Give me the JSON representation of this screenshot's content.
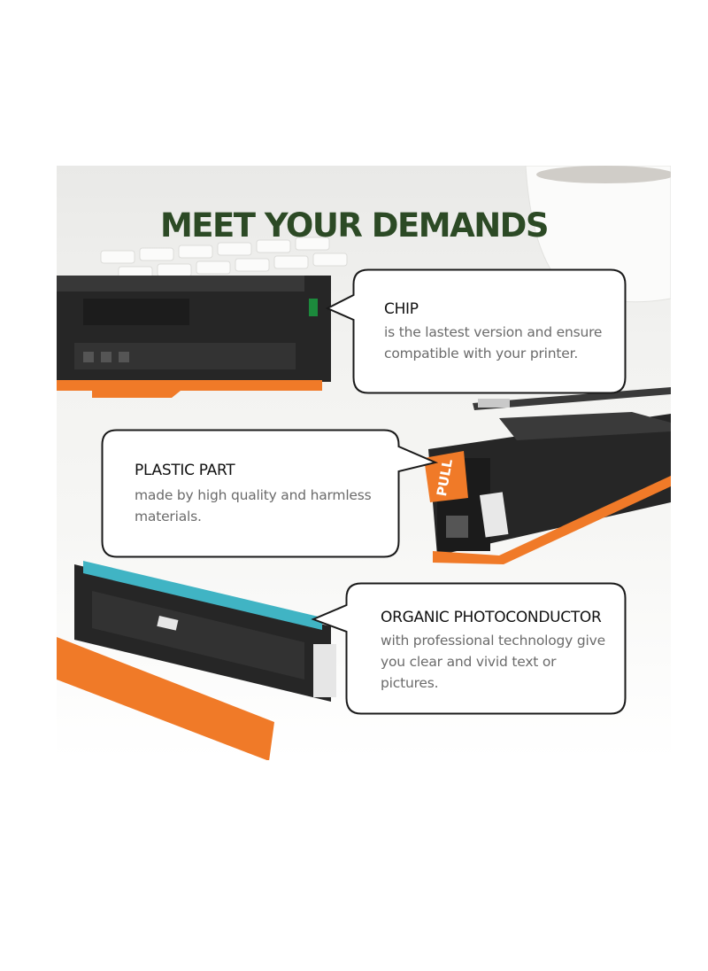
{
  "headline": "MEET YOUR DEMANDS",
  "accent_color": "#2c4a25",
  "features": [
    {
      "title": "CHIP",
      "description": "is the lastest version and ensure compatible with your printer."
    },
    {
      "title": "PLASTIC PART",
      "description": "made by high quality and harmless materials."
    },
    {
      "title": "ORGANIC PHOTOCONDUCTOR",
      "description": "with professional technology give you clear and vivid text or pictures."
    }
  ],
  "cartridge_label": "PULL"
}
